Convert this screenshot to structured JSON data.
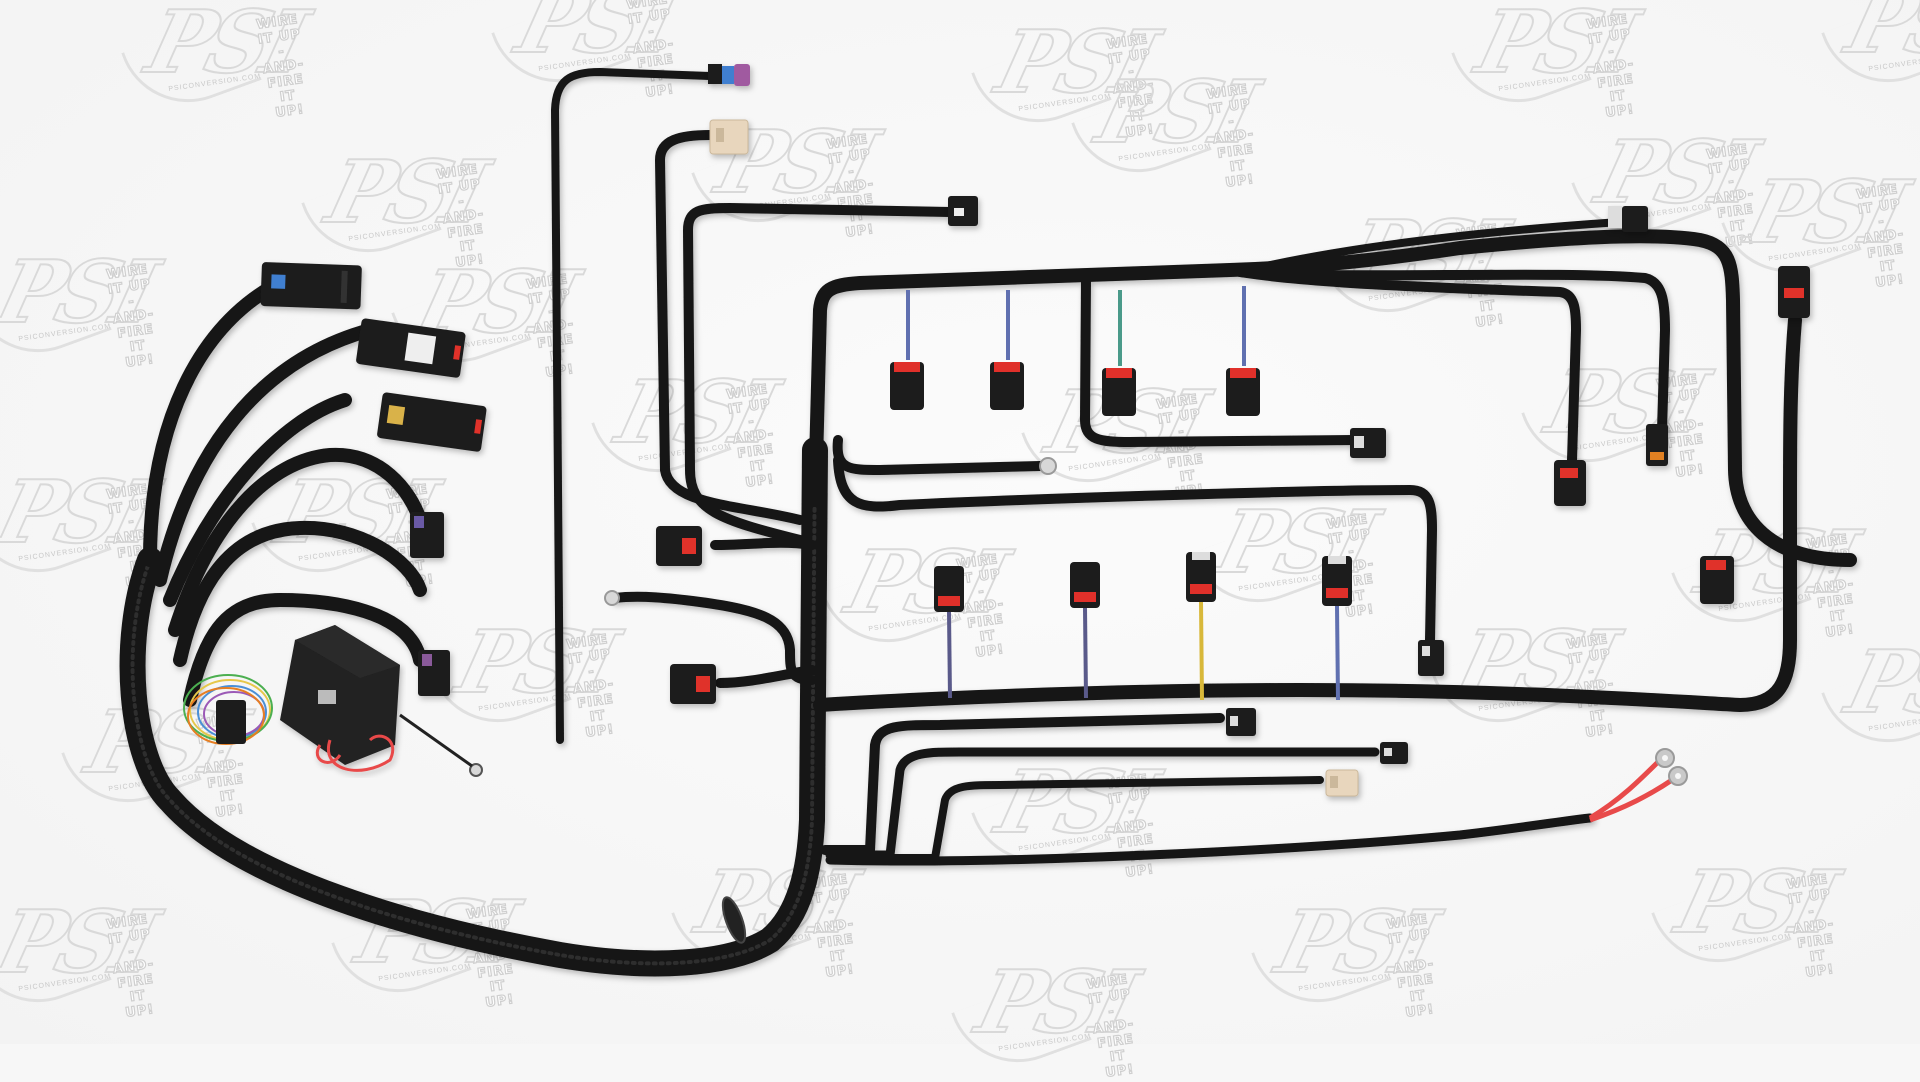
{
  "image": {
    "subject": "Engine wiring harness product photo",
    "background_color": "#f7f7f7"
  },
  "watermark": {
    "logo_text": "PSI",
    "tagline_line1": "WIRE IT UP",
    "tagline_line2": "-AND-",
    "tagline_line3": "FIRE IT UP!",
    "url": "PSICONVERSION.COM",
    "color": "#d9d9d9"
  },
  "colors": {
    "loom": "#141414",
    "loom_highlight": "#3a3a3a",
    "connector_black": "#1c1c1c",
    "connector_tan": "#e8d6bd",
    "connector_purple": "#9a5a9a",
    "connector_blue": "#3f7fd0",
    "lock_red": "#e0302a",
    "power_wire_red": "#e84a4a",
    "ring_terminal": "#c9c9c9"
  }
}
